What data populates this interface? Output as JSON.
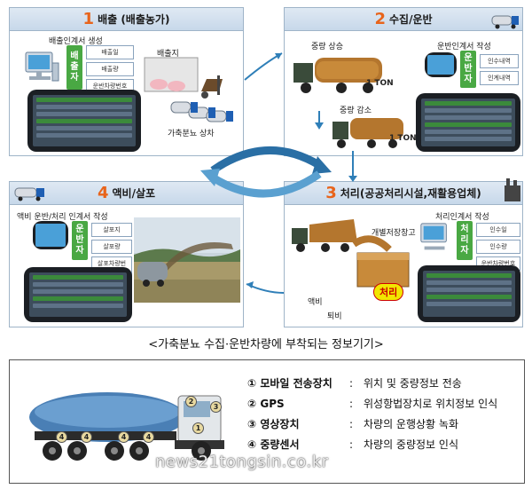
{
  "panels": {
    "p1": {
      "num": "1",
      "title": "배출 (배출농가)",
      "cert": "배출인계서 생성",
      "role": [
        "배",
        "출",
        "자"
      ],
      "menu": [
        "배출일",
        "배출량",
        "운반차량번호"
      ],
      "site": "배출지",
      "label": "가축분뇨 상차"
    },
    "p2": {
      "num": "2",
      "title": "수집/운반",
      "up": "중량 상승",
      "down": "중량 감소",
      "ton1": "1 TON",
      "ton2": "1 TON",
      "cert": "운반인계서 작성",
      "role": [
        "운",
        "반",
        "자"
      ],
      "menu": [
        "인수내역",
        "인계내역"
      ]
    },
    "p3": {
      "num": "3",
      "title": "처리(공공처리시설,재활용업체)",
      "storage": "개별저장창고",
      "badge": "처리",
      "liquid": "액비",
      "compost": "퇴비",
      "cert": "처리인계서 작성",
      "role": [
        "처",
        "리",
        "자"
      ],
      "menu": [
        "인수일",
        "인수량",
        "운반차량번호"
      ]
    },
    "p4": {
      "num": "4",
      "title": "액비/살포",
      "cert": "액비 운반/처리 인계서 작성",
      "role": [
        "운",
        "반",
        "자"
      ],
      "menu": [
        "살포지",
        "살포량",
        "살포차량번호"
      ]
    }
  },
  "caption": "<가축분뇨 수집·운반차량에 부착되는 정보기기>",
  "equipment": [
    {
      "key": "① 모바일 전송장치",
      "colon": ":",
      "desc": "위치 및 중량정보 전송"
    },
    {
      "key": "② GPS",
      "colon": ":",
      "desc": "위성항법장치로 위치정보 인식"
    },
    {
      "key": "③ 영상장치",
      "colon": ":",
      "desc": "차량의 운행상황 녹화"
    },
    {
      "key": "④ 중량센서",
      "colon": ":",
      "desc": "차량의 중량정보 인식"
    }
  ],
  "vehicle_badges": [
    "1",
    "2",
    "3",
    "4",
    "4",
    "4",
    "4"
  ],
  "watermark": "news21tongsin.co.kr",
  "colors": {
    "accent_orange": "#e8641b",
    "role_green": "#49a843",
    "arrow_blue": "#2f7fb8",
    "panel_border": "#9fb4c8"
  }
}
